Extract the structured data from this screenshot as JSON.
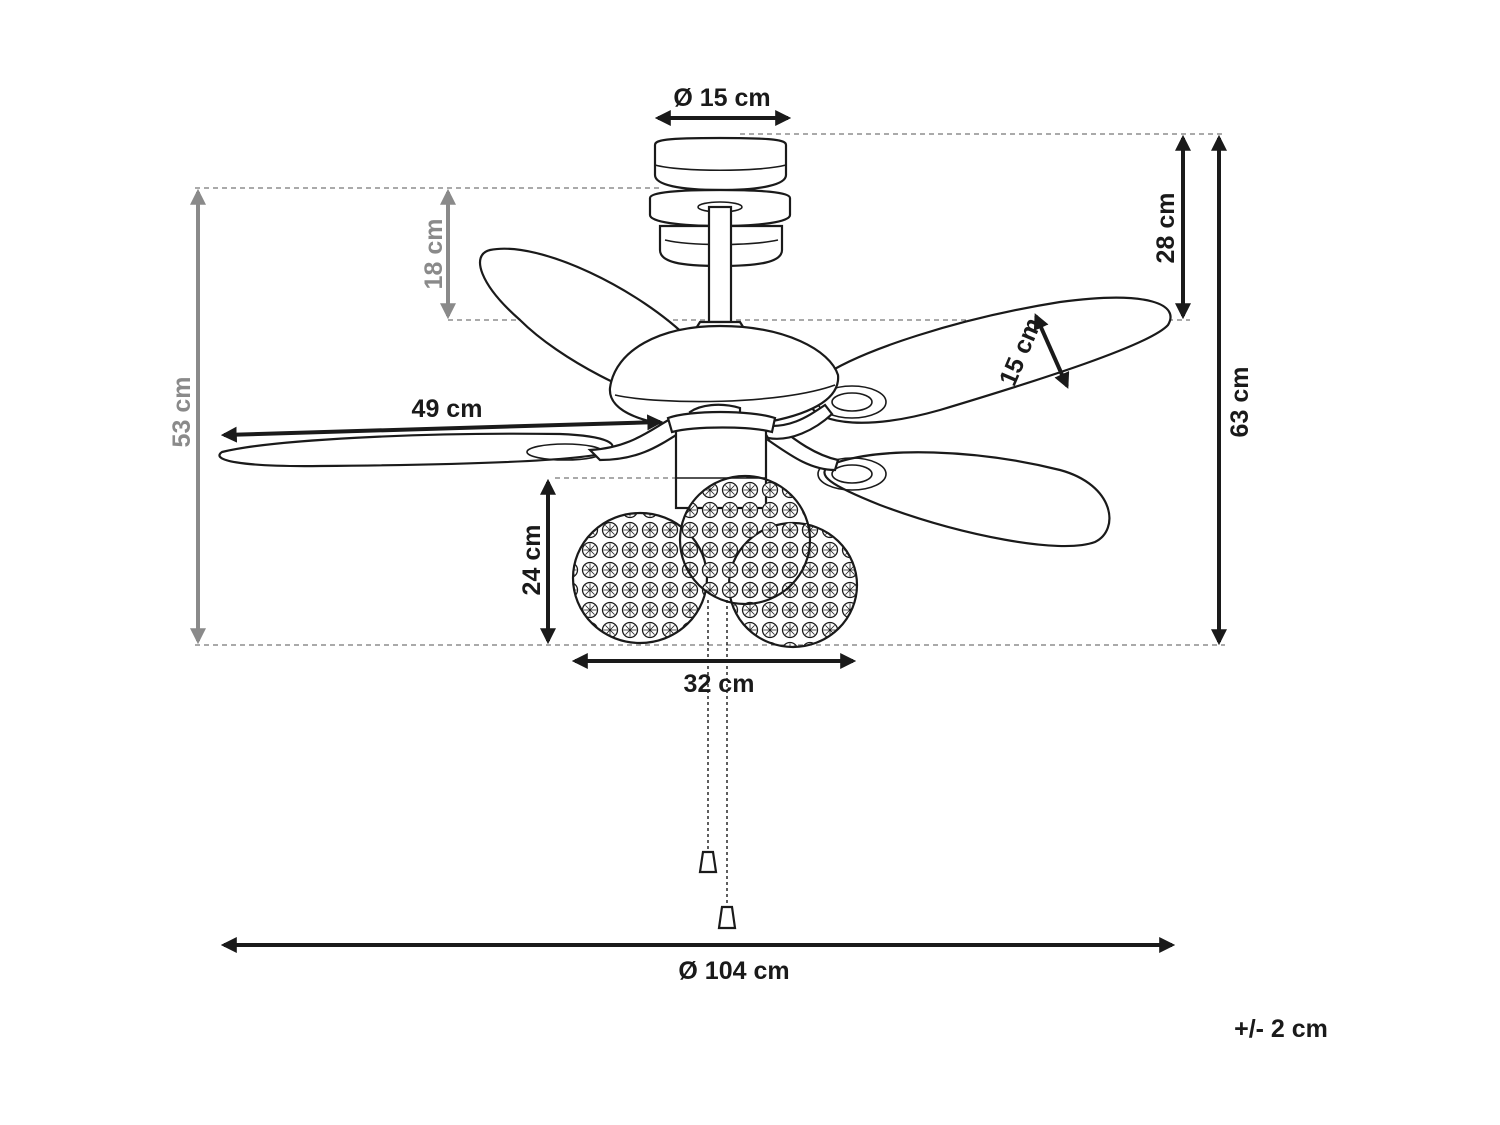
{
  "dimensions": {
    "canopy_diameter": "Ø 15 cm",
    "downrod_height": "18 cm",
    "total_height_no_lamp": "53 cm",
    "blade_length": "49 cm",
    "upper_height": "28 cm",
    "blade_width": "15 cm",
    "total_height": "63 cm",
    "lamp_height": "24 cm",
    "lamp_width": "32 cm",
    "fan_diameter": "Ø 104 cm"
  },
  "tolerance": "+/- 2 cm",
  "colors": {
    "line": "#1a1a1a",
    "secondary_dimension": "#8a8a8a",
    "background": "#ffffff"
  }
}
